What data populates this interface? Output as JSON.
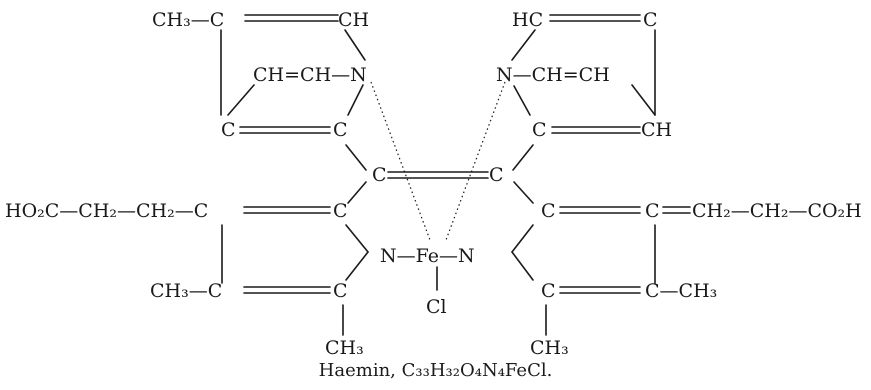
{
  "diagram": {
    "labels": {
      "ch3_top_left": "CH₃—C",
      "ch_top_left": "CH",
      "ch_ch_n_left": "CH=CH—N",
      "c_ring_left_low": "C",
      "c_ring_left_mid": "C",
      "hc_top_right": "HC",
      "c_top_right": "C",
      "n_ch_ch_right": "N—CH=CH",
      "c_ring_right_mid": "C",
      "ch_ring_right_mid": "CH",
      "c_bridge_left": "C",
      "c_bridge_right": "C",
      "acid_left": "HO₂C—CH₂—CH₂—C",
      "c_left_row3": "C",
      "c_right_row3": "C",
      "c_right_row3b": "C",
      "acid_right": "CH₂—CH₂—CO₂H",
      "n_fe_n": "N—Fe—N",
      "cl": "Cl",
      "ch3_bottom_left": "CH₃—C",
      "c_bottom_left": "C",
      "c_bottom_right": "C",
      "c_ch3_bottom_right": "C—CH₃",
      "ch3_bottom_mid_left": "CH₃",
      "ch3_bottom_mid_right": "CH₃"
    },
    "caption": {
      "name": "Haemin,",
      "formula_text": "C₃₃H₃₂O₄N₄FeCl."
    }
  }
}
